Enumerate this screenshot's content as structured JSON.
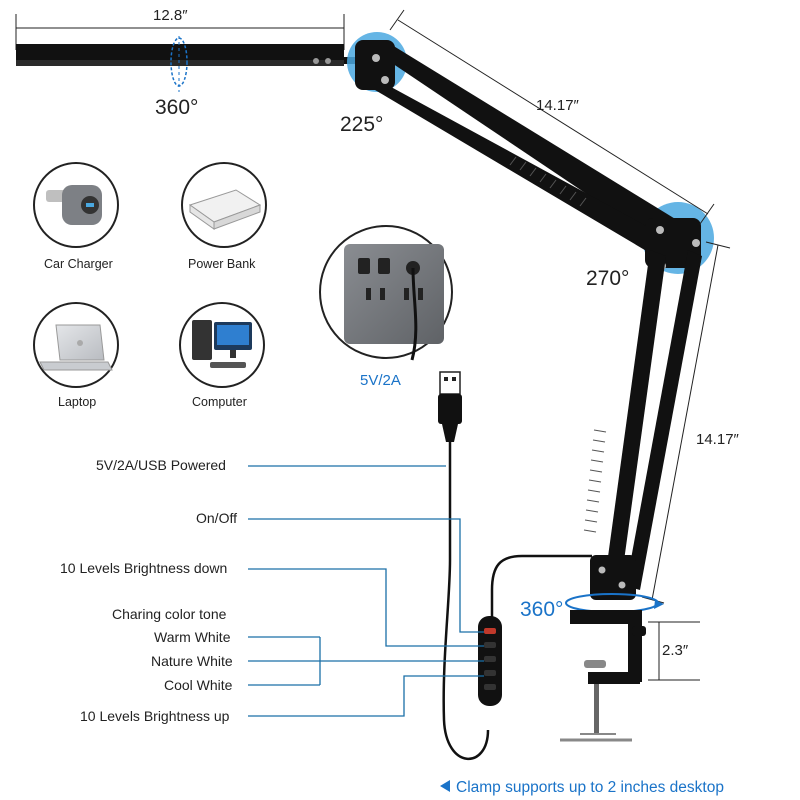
{
  "dimensions": {
    "bar_length": "12.8″",
    "upper_arm": "14.17″",
    "lower_arm": "14.17″",
    "clamp_height": "2.3″"
  },
  "angles": {
    "head_rotation": "360°",
    "head_joint": "225°",
    "elbow_joint": "270°",
    "base_rotation": "360°"
  },
  "power_sources": {
    "items": [
      {
        "label": "Car Charger",
        "icon": "car-charger-icon"
      },
      {
        "label": "Power Bank",
        "icon": "power-bank-icon"
      },
      {
        "label": "Laptop",
        "icon": "laptop-icon"
      },
      {
        "label": "Computer",
        "icon": "computer-icon"
      }
    ],
    "socket_label": "5V/2A"
  },
  "controls": {
    "usb": "5V/2A/USB Powered",
    "on_off": "On/Off",
    "brightness_down": "10 Levels Brightness down",
    "color_tone_title": "Charing color tone",
    "warm": "Warm White",
    "nature": "Nature White",
    "cool": "Cool White",
    "brightness_up": "10 Levels Brightness up"
  },
  "footer": {
    "clamp_note": "Clamp supports up to 2 inches desktop"
  },
  "colors": {
    "accent_blue": "#1a73c8",
    "joint_blue": "#4aa8e0",
    "line_blue": "#1a6fa8",
    "remote_led": "#c0392b"
  }
}
